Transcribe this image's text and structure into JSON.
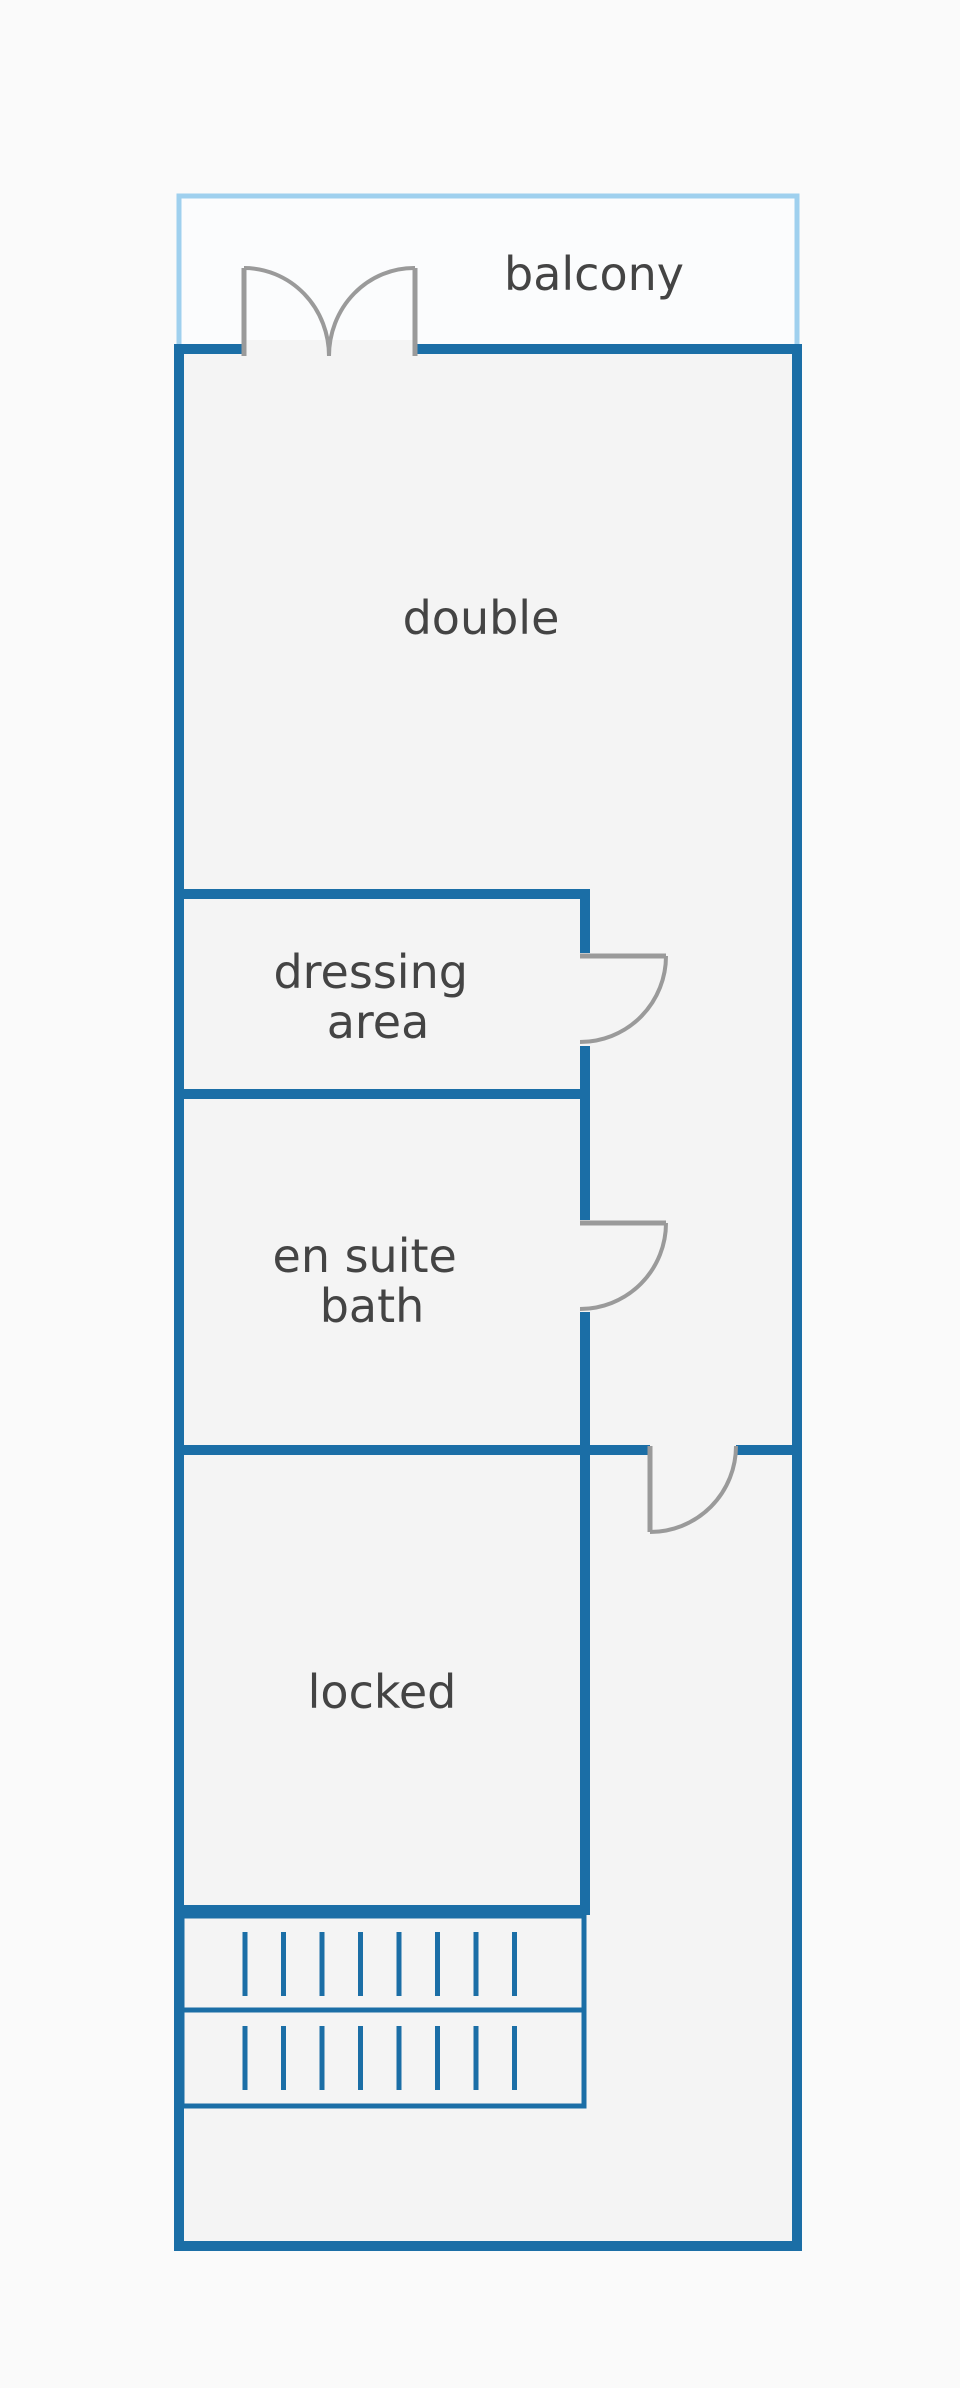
{
  "colors": {
    "background": "#fafafa",
    "floor": "#f4f4f4",
    "wall": "#1b6ea6",
    "balcony_outline": "#9fd0ee",
    "door": "#9a9a9a",
    "label": "#444444"
  },
  "rooms": {
    "balcony": {
      "label": "balcony"
    },
    "double": {
      "label": "double"
    },
    "dressing": {
      "label_line1": "dressing",
      "label_line2": "area"
    },
    "ensuite": {
      "label_line1": "en suite",
      "label_line2": "bath"
    },
    "locked": {
      "label": "locked"
    }
  },
  "icons": {
    "stairs": "stairs-icon",
    "door": "door-swing-icon",
    "double_door": "double-door-icon"
  }
}
